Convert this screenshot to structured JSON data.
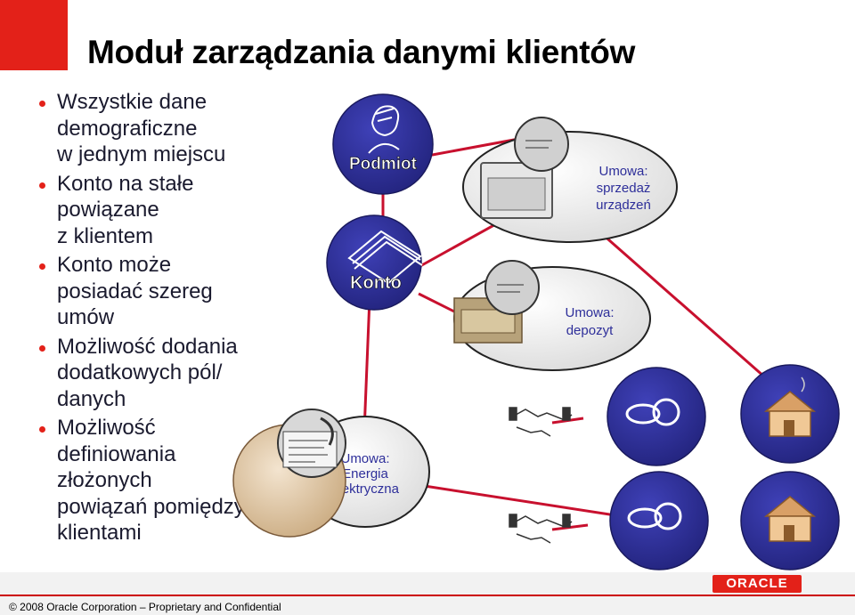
{
  "title": "Moduł zarządzania danymi klientów",
  "bullets": [
    "Wszystkie dane\ndemograficzne\nw jednym miejscu",
    "Konto na stałe\npowiązane\nz klientem",
    "Konto może\nposiadać szereg\numów",
    "Możliwość dodania\ndodatkowych pól/\ndanych",
    "Możliwość\ndefiniowania\nzłożonych\npowiązań pomiędzy\nklientami"
  ],
  "nodes": {
    "podmiot": "Podmiot",
    "konto": "Konto",
    "energia": [
      "Umowa:",
      "Energia",
      "elektryczna"
    ],
    "sprzedaz": [
      "Umowa:",
      "sprzedaż",
      "urządzeń"
    ],
    "depozyt": [
      "Umowa:",
      "depozyt"
    ]
  },
  "icons": {
    "person": "person-icon",
    "cards": "cards-icon",
    "document": "document-icon",
    "stove": "stove-icon",
    "money": "money-icon",
    "handshake": "handshake-icon",
    "chain": "chain-icon",
    "house": "house-icon"
  },
  "colors": {
    "accent_red": "#e32119",
    "node_blue": "#2e2f9a",
    "link_red": "#c8102e",
    "footer_red": "#cc0000"
  },
  "footer": {
    "copyright": "© 2008 Oracle Corporation – Proprietary and Confidential",
    "logo": "ORACLE"
  }
}
